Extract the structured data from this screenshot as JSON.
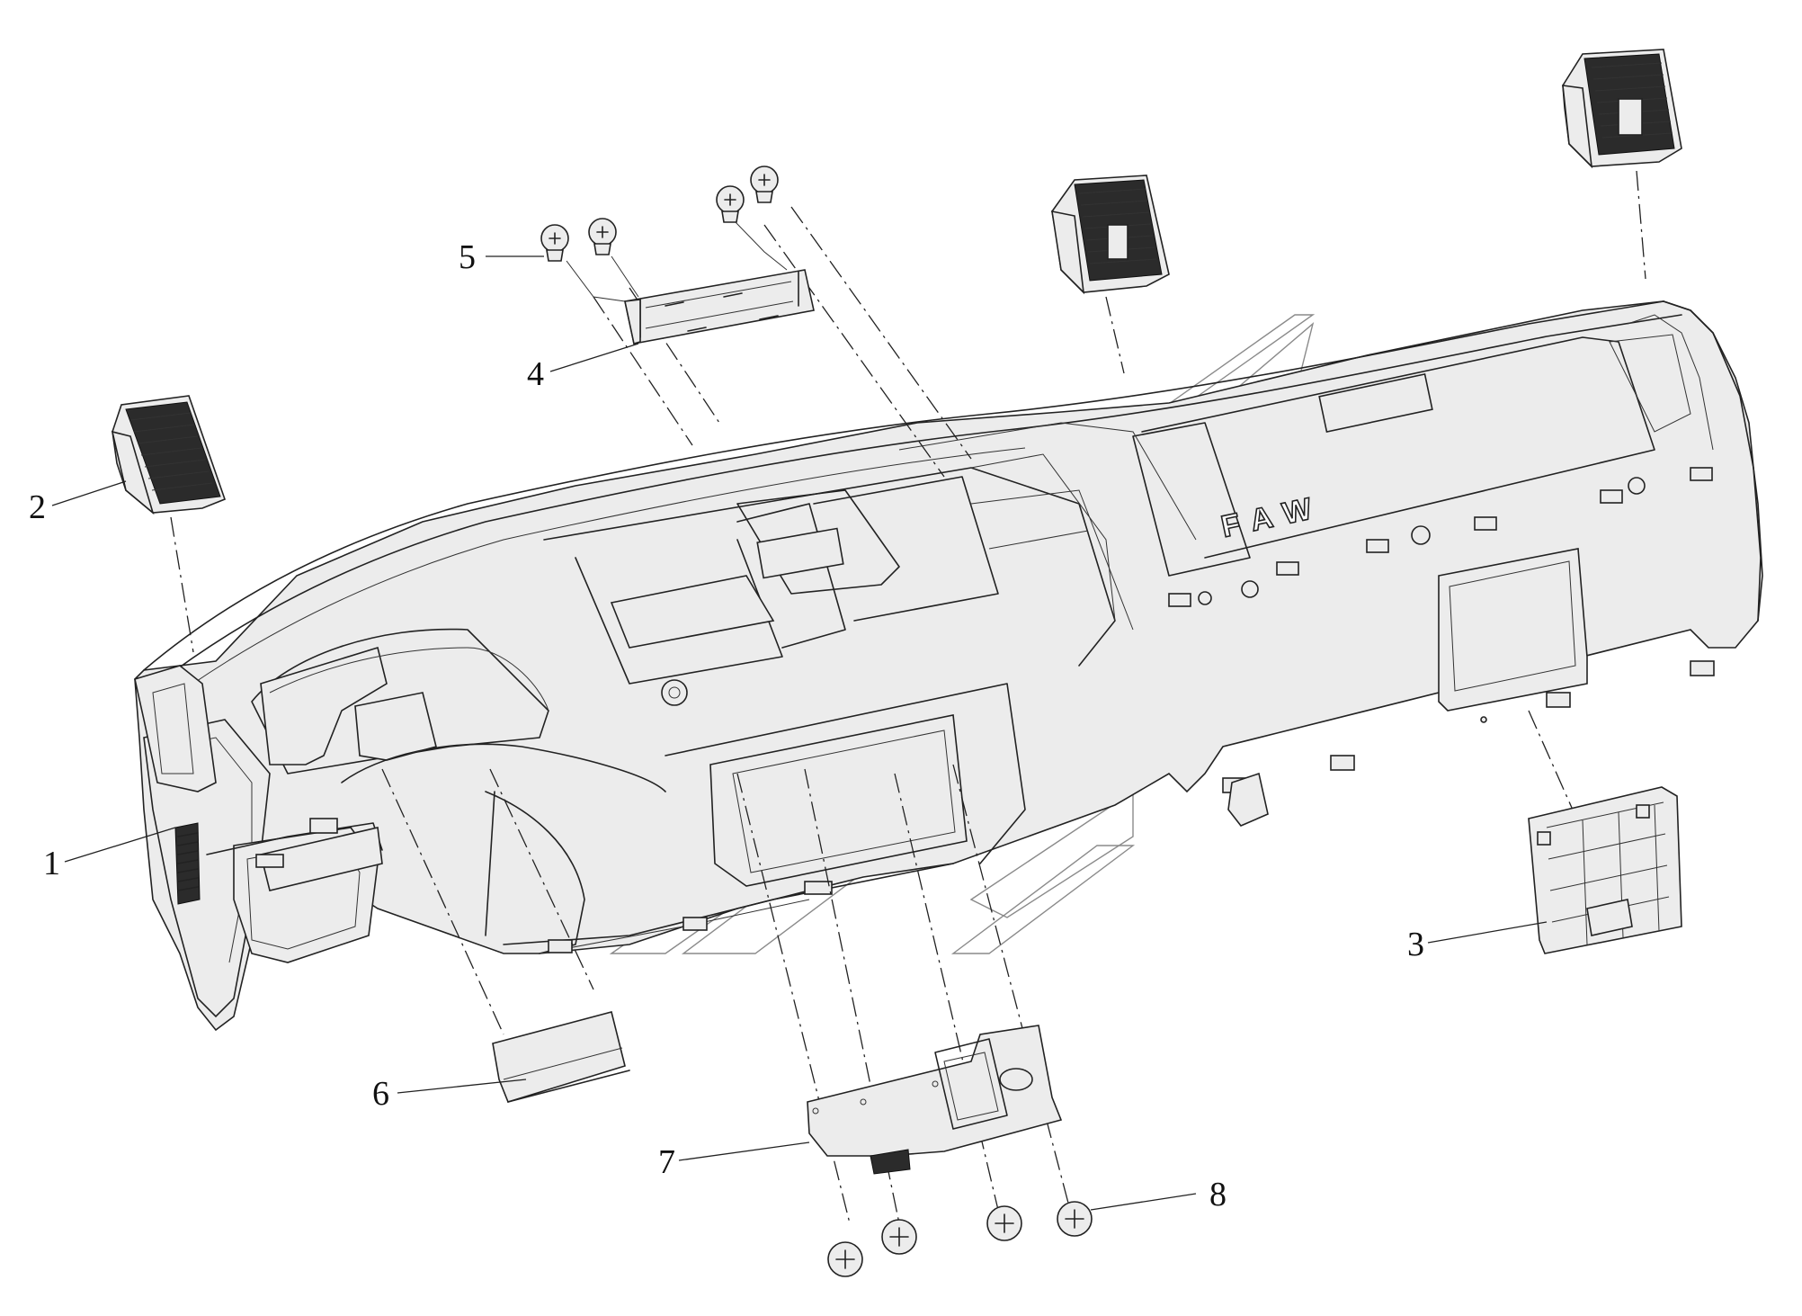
{
  "diagram": {
    "brand_mark": "FAW",
    "callouts": [
      {
        "id": "1",
        "label": "1"
      },
      {
        "id": "2",
        "label": "2"
      },
      {
        "id": "3",
        "label": "3"
      },
      {
        "id": "4",
        "label": "4"
      },
      {
        "id": "5",
        "label": "5"
      },
      {
        "id": "6",
        "label": "6"
      },
      {
        "id": "7",
        "label": "7"
      },
      {
        "id": "8",
        "label": "8"
      }
    ]
  }
}
